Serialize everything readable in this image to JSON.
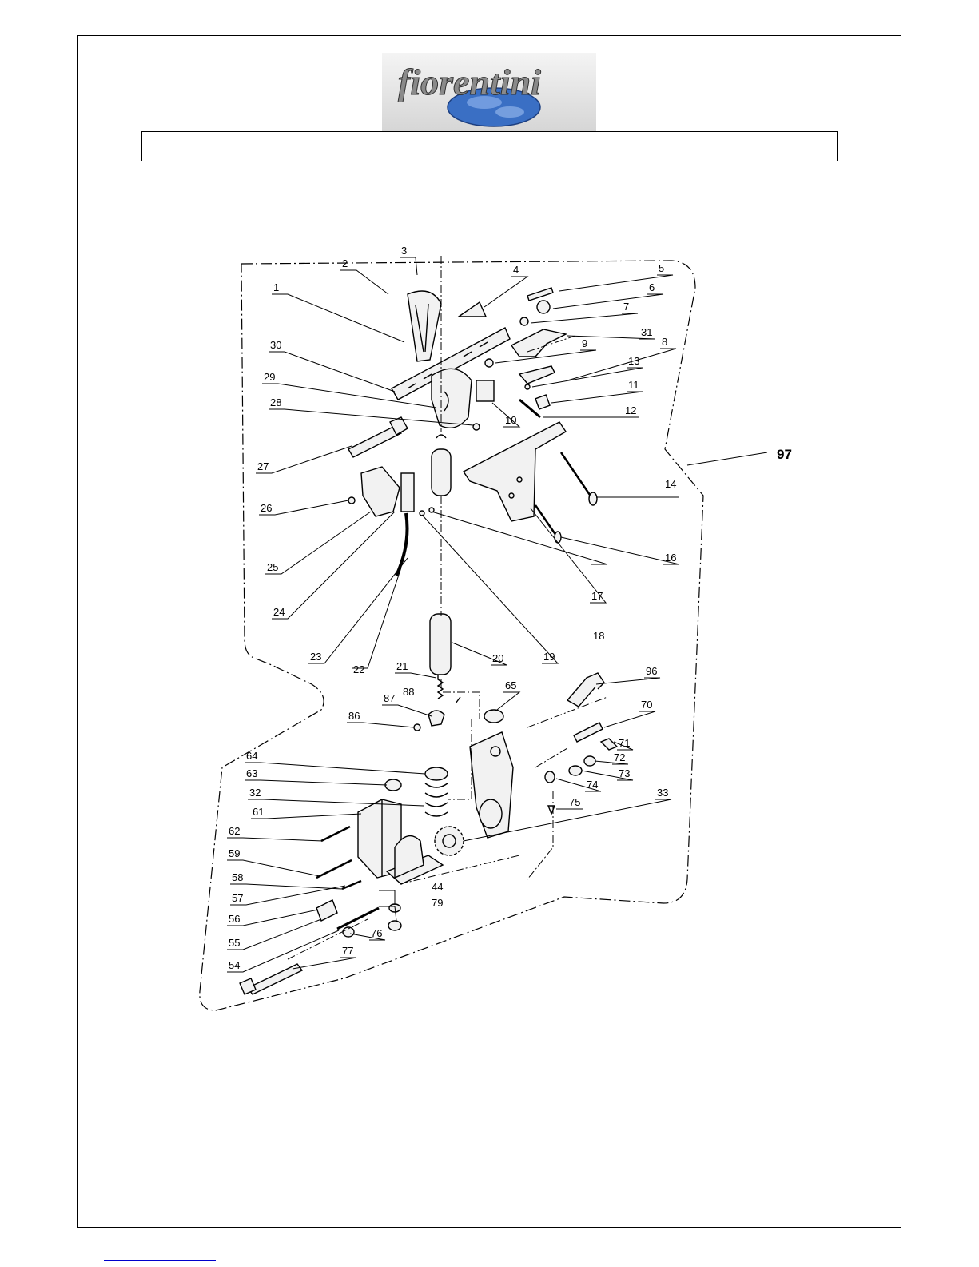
{
  "brand": {
    "logo_text": "fiorentini"
  },
  "header": {
    "title_box_text": ""
  },
  "diagram": {
    "callouts": [
      "1",
      "2",
      "3",
      "4",
      "5",
      "6",
      "7",
      "8",
      "9",
      "10",
      "11",
      "12",
      "13",
      "14",
      "16",
      "17",
      "18",
      "19",
      "20",
      "21",
      "22",
      "23",
      "24",
      "25",
      "26",
      "27",
      "28",
      "29",
      "30",
      "31",
      "32",
      "33",
      "44",
      "54",
      "55",
      "56",
      "57",
      "58",
      "59",
      "61",
      "62",
      "63",
      "64",
      "65",
      "70",
      "71",
      "72",
      "73",
      "74",
      "75",
      "76",
      "77",
      "79",
      "86",
      "87",
      "88",
      "96",
      "97"
    ]
  }
}
